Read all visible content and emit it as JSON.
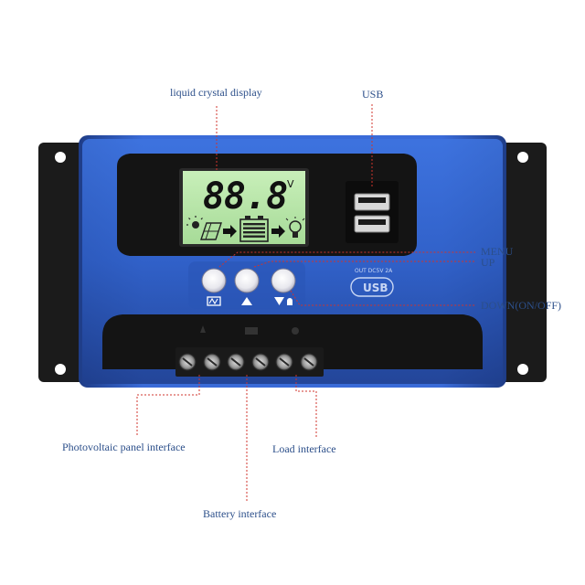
{
  "display": {
    "reading": "88.8",
    "unit": "V"
  },
  "usb": {
    "label_line1": "OUT DC5V 2A",
    "label_line2": "USB"
  },
  "callouts": {
    "lcd": "liquid crystal display",
    "usb": "USB",
    "menu": "MENU",
    "up": "UP",
    "down": "DOWN(ON/OFF)",
    "pv": "Photovoltaic panel interface",
    "load": "Load interface",
    "battery": "Battery interface"
  },
  "colors": {
    "body_blue": "#2f5fc6",
    "body_dark": "#151515",
    "lcd_green": "#b5e6a7",
    "callout_line": "#d0342c",
    "callout_text": "#2c4f8a"
  },
  "icons": [
    "solar-panel-icon",
    "arrow-right-icon",
    "battery-icon",
    "lightbulb-icon"
  ]
}
